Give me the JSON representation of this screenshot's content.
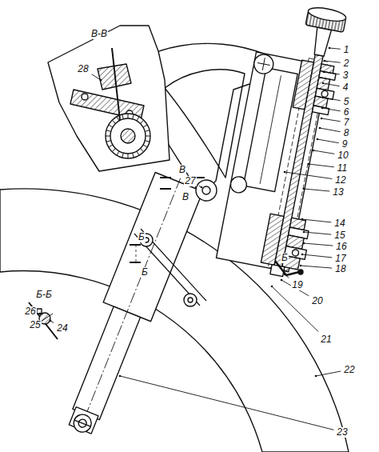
{
  "diagram": {
    "labels": [
      "1",
      "2",
      "3",
      "4",
      "5",
      "6",
      "7",
      "8",
      "9",
      "10",
      "11",
      "12",
      "13",
      "14",
      "15",
      "16",
      "17",
      "18",
      "19",
      "20",
      "21",
      "22",
      "23",
      "24",
      "25",
      "26",
      "27",
      "28",
      "В-В",
      "Б-Б",
      "В",
      "В",
      "Б",
      "Б",
      "Б"
    ]
  }
}
